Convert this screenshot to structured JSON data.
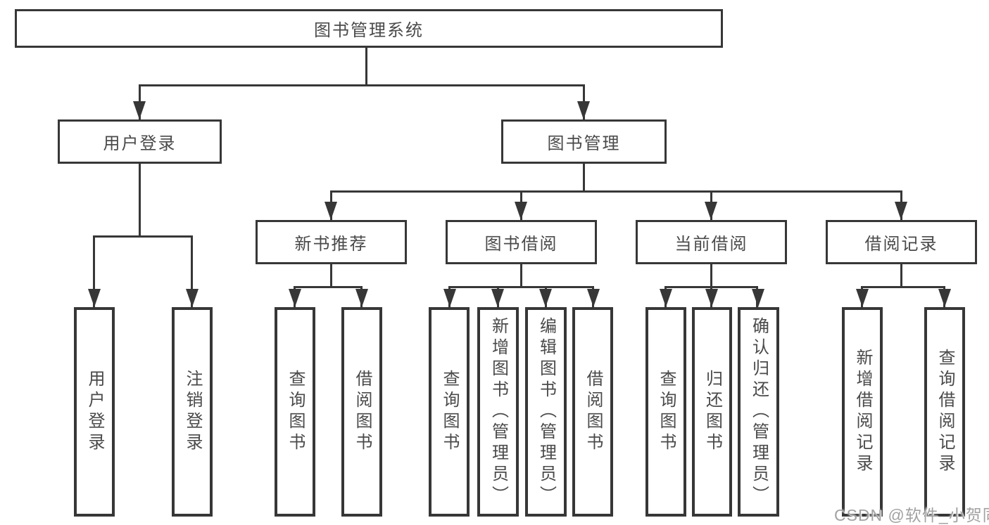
{
  "diagram_title": "图书管理系统",
  "tree": {
    "label": "图书管理系统",
    "children": [
      {
        "label": "用户登录",
        "children": [
          {
            "label": "用户登录"
          },
          {
            "label": "注销登录"
          }
        ]
      },
      {
        "label": "图书管理",
        "children": [
          {
            "label": "新书推荐",
            "children": [
              {
                "label": "查询图书"
              },
              {
                "label": "借阅图书"
              }
            ]
          },
          {
            "label": "图书借阅",
            "children": [
              {
                "label": "查询图书"
              },
              {
                "label": "新增图书（管理员）"
              },
              {
                "label": "编辑图书（管理员）"
              },
              {
                "label": "借阅图书"
              }
            ]
          },
          {
            "label": "当前借阅",
            "children": [
              {
                "label": "查询图书"
              },
              {
                "label": "归还图书"
              },
              {
                "label": "确认归还（管理员）"
              }
            ]
          },
          {
            "label": "借阅记录",
            "children": [
              {
                "label": "新增借阅记录"
              },
              {
                "label": "查询借阅记录"
              }
            ]
          }
        ]
      }
    ]
  },
  "watermark": {
    "text": "CSDN @软件_小贺同学"
  },
  "colors": {
    "line": "#373737",
    "text": "#4a4a4a",
    "watermark": "#a2a2a2",
    "background": "#ffffff"
  }
}
